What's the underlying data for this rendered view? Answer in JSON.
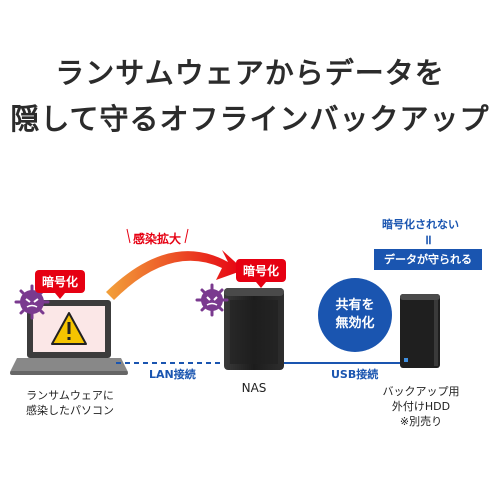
{
  "title": {
    "line1": "ランサムウェアからデータを",
    "line2": "隠して守るオフラインバックアップ"
  },
  "diagram": {
    "pc_badge": "暗号化",
    "nas_badge": "暗号化",
    "spread_label": "感染拡大",
    "lan_label": "LAN接続",
    "usb_label": "USB接続",
    "nas_label": "NAS",
    "pc_label_line1": "ランサムウェアに",
    "pc_label_line2": "感染したパソコン",
    "hdd_label_line1": "バックアップ用",
    "hdd_label_line2": "外付けHDD",
    "hdd_label_line3": "※別売り",
    "not_encrypted": "暗号化されない",
    "equals": "॥",
    "data_protected": "データが守られる",
    "disable_line1": "共有を",
    "disable_line2": "無効化"
  },
  "colors": {
    "red": "#e60012",
    "blue": "#1a55b0",
    "orange_arrow": "#ea6a1a",
    "virus": "#7a3a8f"
  },
  "icons": {
    "warning": "warning-icon",
    "virus": "ransomware-virus-icon"
  }
}
